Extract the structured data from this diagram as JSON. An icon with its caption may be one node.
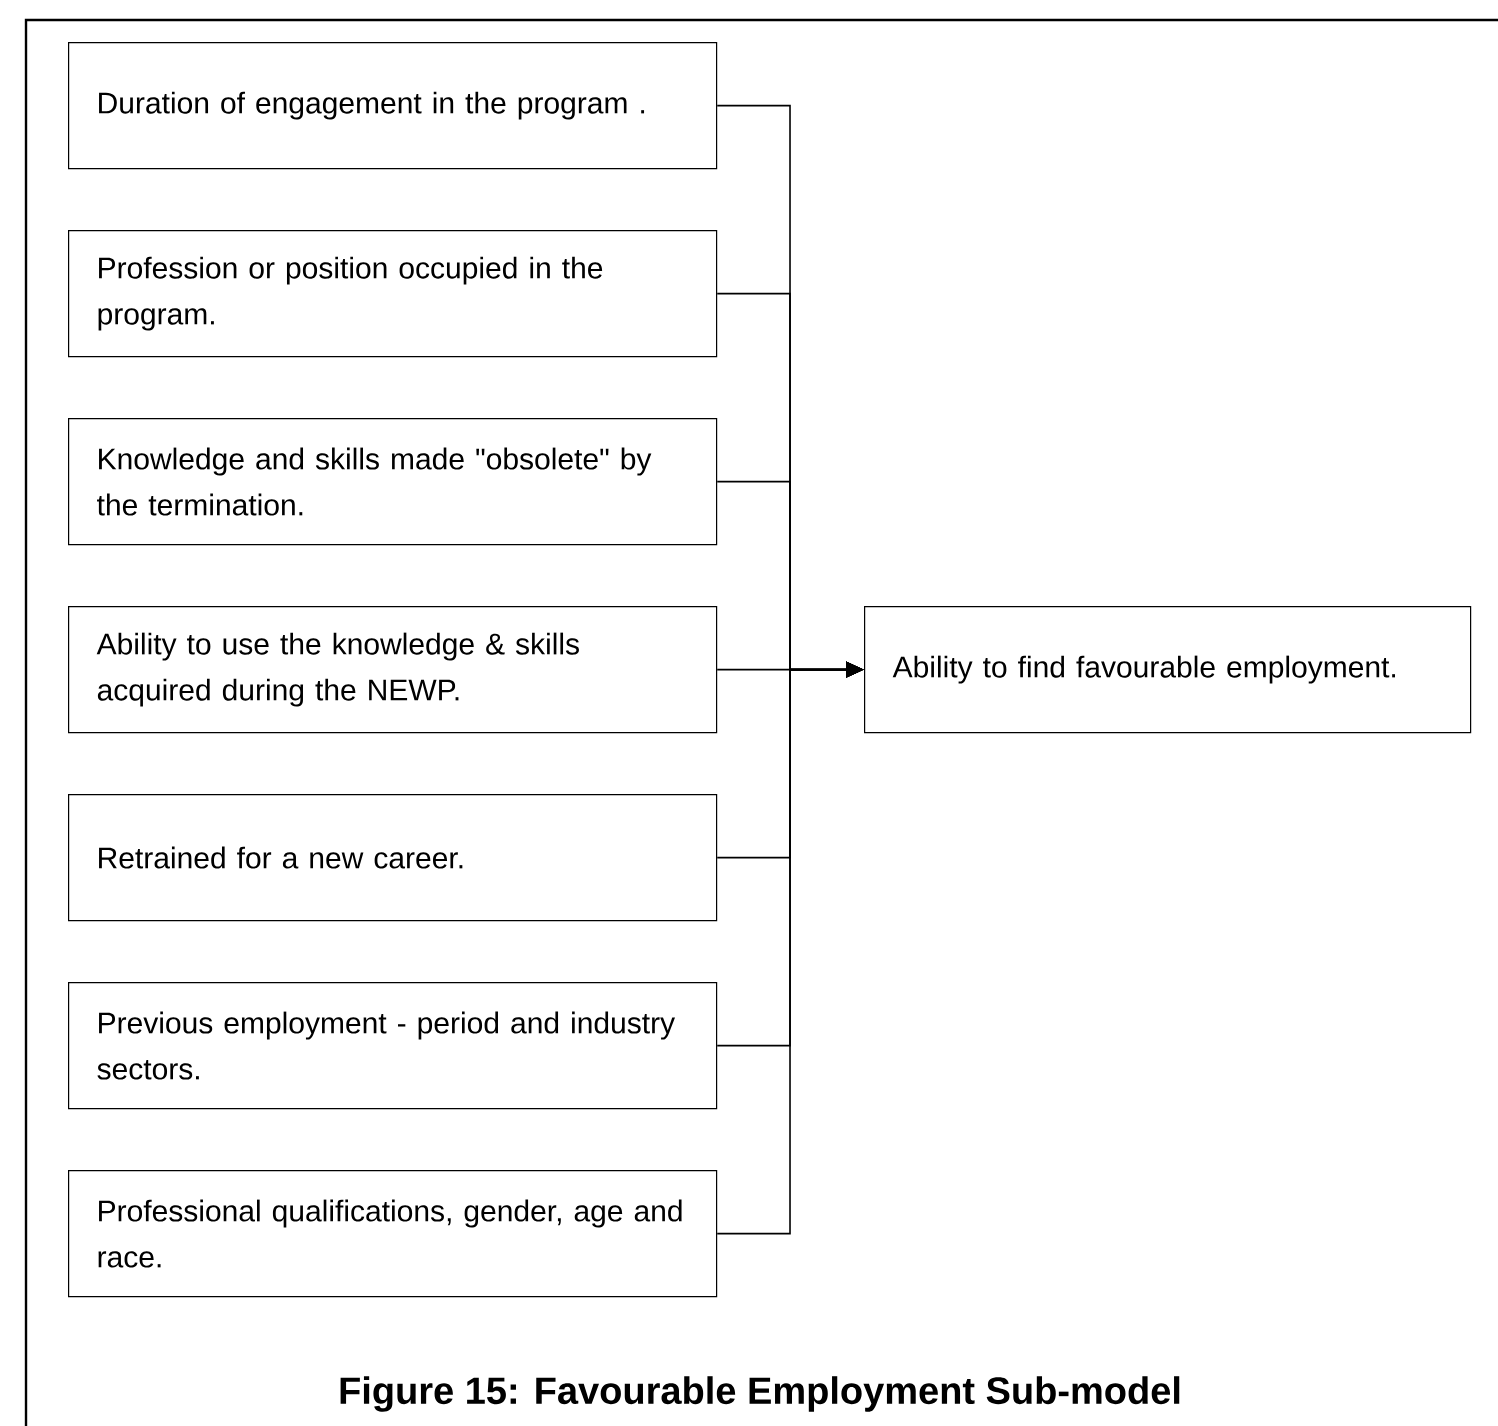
{
  "diagram": {
    "caption": "Figure 15: Favourable Employment Sub-model",
    "nodes": [
      {
        "text": [
          "Duration of engagement in the program ."
        ]
      },
      {
        "text": [
          "Profession or position occupied in the program."
        ]
      },
      {
        "text": [
          "Knowledge and skills made \"obsolete\" by the termination."
        ]
      },
      {
        "text": [
          "Ability to use the knowledge & skills acquired during the NEWP."
        ]
      },
      {
        "text": [
          "Retrained for a new career."
        ]
      },
      {
        "text": [
          "Previous employment - period and industry sectors."
        ]
      },
      {
        "text": [
          "Professional qualifications, gender, age and race."
        ]
      },
      {
        "text": [
          "Ability to find favourable employment."
        ]
      }
    ],
    "edges": [
      {
        "from": 0,
        "to": 7,
        "arrow": "to"
      },
      {
        "from": 1,
        "to": 7,
        "arrow": "to"
      },
      {
        "from": 2,
        "to": 7,
        "arrow": "to"
      },
      {
        "from": 3,
        "to": 7,
        "arrow": "to"
      },
      {
        "from": 4,
        "to": 7,
        "arrow": "to"
      },
      {
        "from": 5,
        "to": 7,
        "arrow": "to"
      },
      {
        "from": 6,
        "to": 7,
        "arrow": "to"
      }
    ]
  }
}
